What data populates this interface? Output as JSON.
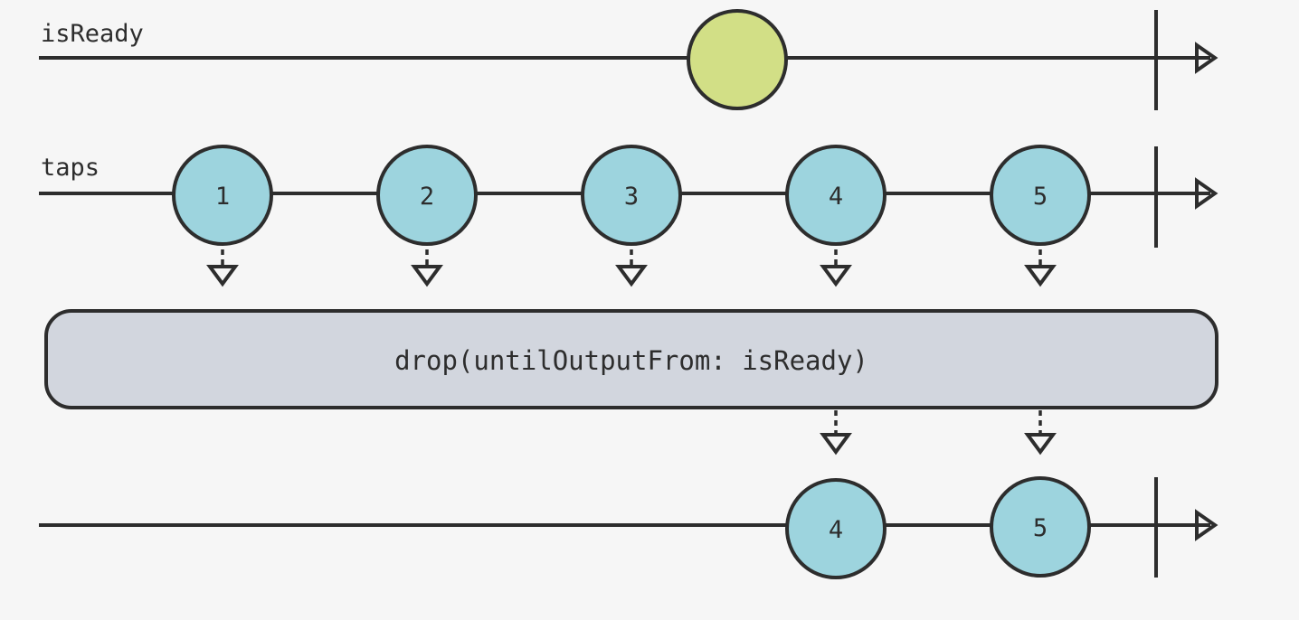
{
  "colors": {
    "background": "#f6f6f6",
    "stroke": "#2d2d2d",
    "marble_blue": "#9dd4de",
    "marble_green": "#d2df86",
    "operator_fill": "#d2d6de"
  },
  "timelines": [
    {
      "label": "isReady",
      "marbles": [
        {
          "text": "",
          "color": "green"
        }
      ]
    },
    {
      "label": "taps",
      "marbles": [
        {
          "text": "1",
          "color": "blue"
        },
        {
          "text": "2",
          "color": "blue"
        },
        {
          "text": "3",
          "color": "blue"
        },
        {
          "text": "4",
          "color": "blue"
        },
        {
          "text": "5",
          "color": "blue"
        }
      ]
    },
    {
      "label": "",
      "marbles": [
        {
          "text": "4",
          "color": "blue"
        },
        {
          "text": "5",
          "color": "blue"
        }
      ]
    }
  ],
  "operator": {
    "label": "drop(untilOutputFrom: isReady)"
  }
}
